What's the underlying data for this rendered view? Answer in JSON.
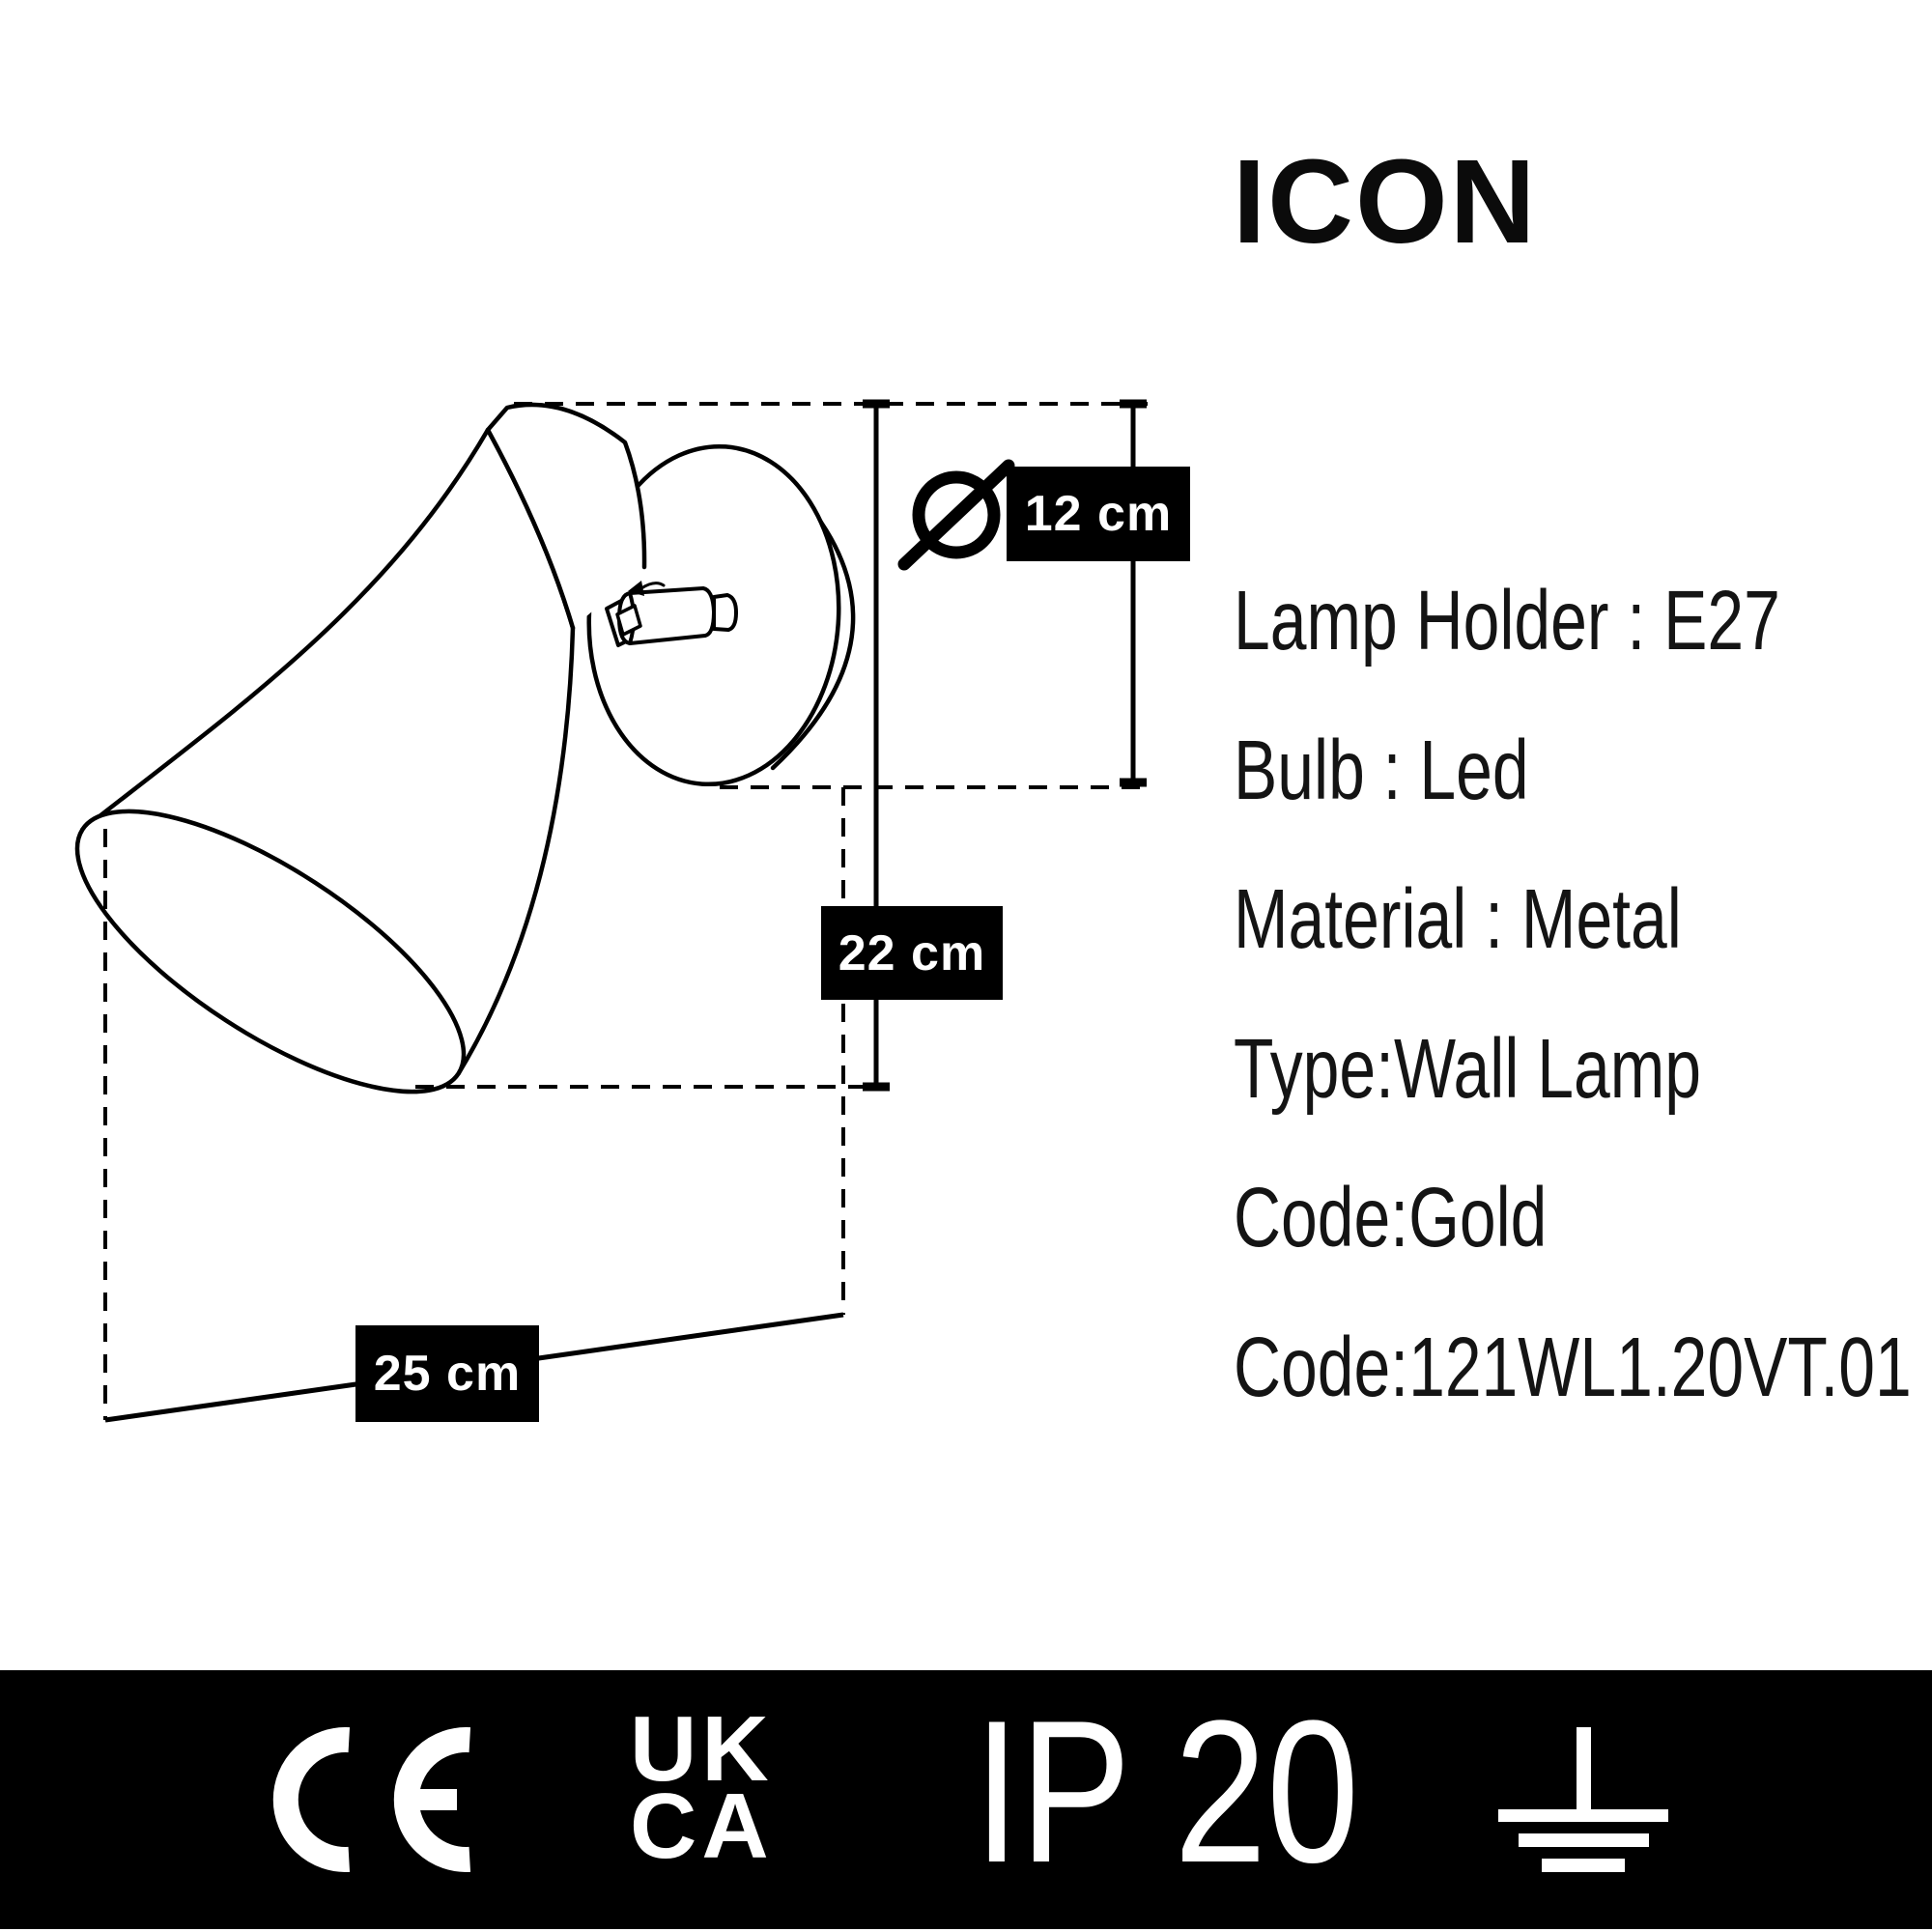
{
  "title": "ICON",
  "product": {
    "specs": [
      "Lamp Holder : E27",
      "Bulb : Led",
      "Material : Metal",
      "Type:Wall Lamp",
      "Code:Gold",
      "Code:121WL1.20VT.01"
    ]
  },
  "dimensions": {
    "diameter_label": "12 cm",
    "height_label": "22 cm",
    "width_label": "25 cm",
    "diameter_symbol": "Ø"
  },
  "footer": {
    "ce_mark": "CE",
    "ukca_line1": "UK",
    "ukca_line2": "CA",
    "ip_rating": "IP 20",
    "earth_symbol": "protective-earth-ground"
  },
  "colors": {
    "background": "#ffffff",
    "ink": "#000000",
    "label_background": "#000000",
    "label_text": "#ffffff",
    "footer_background": "#000000",
    "footer_foreground": "#ffffff"
  }
}
